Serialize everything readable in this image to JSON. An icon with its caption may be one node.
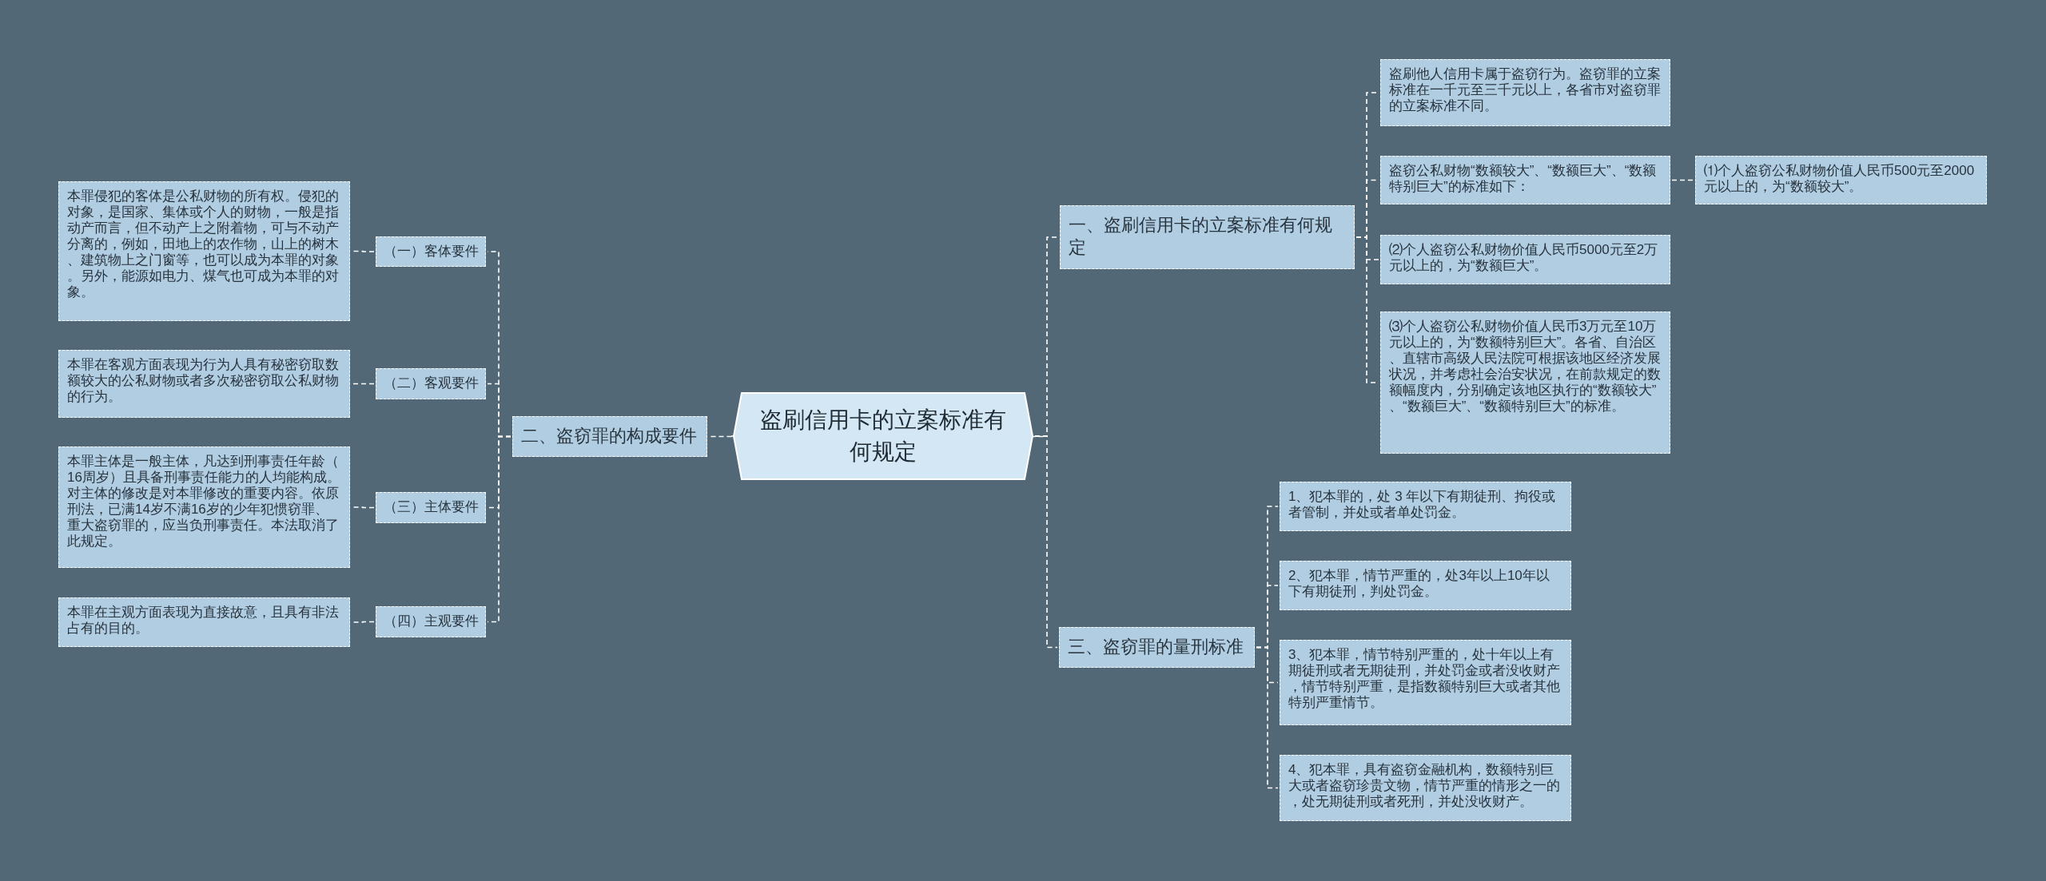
{
  "diagram": {
    "nodes": [
      {
        "text": [
          "盗刷信用卡的立案标准有何规定"
        ]
      },
      {
        "text": [
          "一、盗刷信用卡的立案标准有何规定"
        ]
      },
      {
        "text": [
          "盗刷他人信用卡属于盗窃行为。盗窃罪的立案标准在一千元至三千元以上，各省市对盗窃罪的立案标准不同。"
        ]
      },
      {
        "text": [
          "盗窃公私财物“数额较大”、“数额巨大”、“数额特别巨大”的标准如下："
        ]
      },
      {
        "text": [
          "⑴个人盗窃公私财物价值人民币500元至2000元以上的，为“数额较大”。"
        ]
      },
      {
        "text": [
          "⑵个人盗窃公私财物价值人民币5000元至2万元以上的，为“数额巨大”。"
        ]
      },
      {
        "text": [
          "⑶个人盗窃公私财物价值人民币3万元至10万元以上的，为“数额特别巨大”。各省、自治区、直辖市高级人民法院可根据该地区经济发展状况，并考虑社会治安状况，在前款规定的数额幅度内，分别确定该地区执行的“数额较大”、“数额巨大”、“数额特别巨大”的标准。"
        ]
      },
      {
        "text": [
          "二、盗窃罪的构成要件"
        ]
      },
      {
        "text": [
          "（一）客体要件"
        ]
      },
      {
        "text": [
          "本罪侵犯的客体是公私财物的所有权。侵犯的对象，是国家、集体或个人的财物，一般是指动产而言，但不动产上之附着物，可与不动产分离的，例如，田地上的农作物，山上的树木、建筑物上之门窗等，也可以成为本罪的对象。另外，能源如电力、煤气也可成为本罪的对象。"
        ]
      },
      {
        "text": [
          "（二）客观要件"
        ]
      },
      {
        "text": [
          "本罪在客观方面表现为行为人具有秘密窃取数额较大的公私财物或者多次秘密窃取公私财物的行为。"
        ]
      },
      {
        "text": [
          "（三）主体要件"
        ]
      },
      {
        "text": [
          "本罪主体是一般主体，凡达到刑事责任年龄（16周岁）且具备刑事责任能力的人均能构成。对主体的修改是对本罪修改的重要内容。依原刑法，已满14岁不满16岁的少年犯惯窃罪、重大盗窃罪的，应当负刑事责任。本法取消了此规定。"
        ]
      },
      {
        "text": [
          "（四）主观要件"
        ]
      },
      {
        "text": [
          "本罪在主观方面表现为直接故意，且具有非法占有的目的。"
        ]
      },
      {
        "text": [
          "三、盗窃罪的量刑标准"
        ]
      },
      {
        "text": [
          "1、犯本罪的，处 3 年以下有期徒刑、拘役或者管制，并处或者单处罚金。"
        ]
      },
      {
        "text": [
          "2、犯本罪，情节严重的，处3年以上10年以下有期徒刑，判处罚金。"
        ]
      },
      {
        "text": [
          "3、犯本罪，情节特别严重的，处十年以上有期徒刑或者无期徒刑，并处罚金或者没收财产，情节特别严重，是指数额特别巨大或者其他特别严重情节。"
        ]
      },
      {
        "text": [
          "4、犯本罪，具有盗窃金融机构，数额特别巨大或者盗窃珍贵文物，情节严重的情形之一的，处无期徒刑或者死刑，并处没收财产。"
        ]
      }
    ],
    "edges": [
      {
        "from": 0,
        "to": 1,
        "arrow": "none"
      },
      {
        "from": 1,
        "to": 2,
        "arrow": "none"
      },
      {
        "from": 1,
        "to": 3,
        "arrow": "none"
      },
      {
        "from": 3,
        "to": 4,
        "arrow": "none"
      },
      {
        "from": 1,
        "to": 5,
        "arrow": "none"
      },
      {
        "from": 1,
        "to": 6,
        "arrow": "none"
      },
      {
        "from": 0,
        "to": 7,
        "arrow": "none"
      },
      {
        "from": 7,
        "to": 8,
        "arrow": "none"
      },
      {
        "from": 8,
        "to": 9,
        "arrow": "none"
      },
      {
        "from": 7,
        "to": 10,
        "arrow": "none"
      },
      {
        "from": 10,
        "to": 11,
        "arrow": "none"
      },
      {
        "from": 7,
        "to": 12,
        "arrow": "none"
      },
      {
        "from": 12,
        "to": 13,
        "arrow": "none"
      },
      {
        "from": 7,
        "to": 14,
        "arrow": "none"
      },
      {
        "from": 14,
        "to": 15,
        "arrow": "none"
      },
      {
        "from": 0,
        "to": 16,
        "arrow": "none"
      },
      {
        "from": 16,
        "to": 17,
        "arrow": "none"
      },
      {
        "from": 16,
        "to": 18,
        "arrow": "none"
      },
      {
        "from": 16,
        "to": 19,
        "arrow": "none"
      },
      {
        "from": 16,
        "to": 20,
        "arrow": "none"
      }
    ]
  }
}
